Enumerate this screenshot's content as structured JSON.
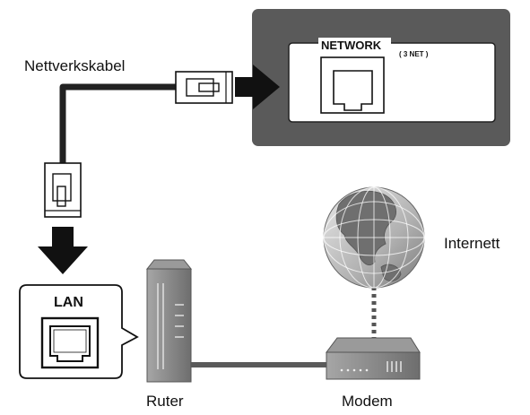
{
  "labels": {
    "cable": "Nettverkskabel",
    "network_port": "NETWORK",
    "network_sub": "( 3 NET )",
    "lan": "LAN",
    "internet": "Internett",
    "router": "Ruter",
    "modem": "Modem"
  },
  "icons": {
    "device_panel": "network-panel-icon",
    "ethernet_plug": "ethernet-plug-icon",
    "arrow": "arrow-icon",
    "globe": "globe-icon",
    "router": "router-icon",
    "modem": "modem-icon",
    "lan_port": "lan-port-icon"
  },
  "colors": {
    "panel": "#5a5a5a",
    "cable": "#222222",
    "device_gray": "#8c8c8c",
    "globe_ocean": "#b9b9b9",
    "land": "#6f6f6f"
  }
}
